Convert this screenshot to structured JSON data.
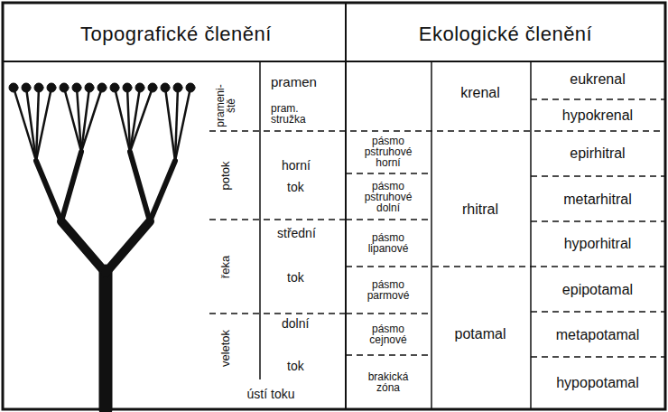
{
  "diagram": {
    "labels": [
      "Topografické členění",
      "Ekologické členění",
      "prameni- ště",
      "pramen",
      "pram. stružka",
      "potok",
      "horní",
      "tok",
      "pásmo pstruhové horní",
      "pásmo pstruhové dolní",
      "řeka",
      "střední",
      "tok",
      "pásmo lipanové",
      "pásmo parmové",
      "veletok",
      "dolní",
      "tok",
      "pásmo cejnové",
      "ústí toku",
      "brakická zóna",
      "krenal",
      "rhitral",
      "potamal",
      "eukrenal",
      "hypokrenal",
      "epirhitral",
      "metarhitral",
      "hyporhitral",
      "epipotamal",
      "metapotamal",
      "hypopotamal"
    ]
  }
}
